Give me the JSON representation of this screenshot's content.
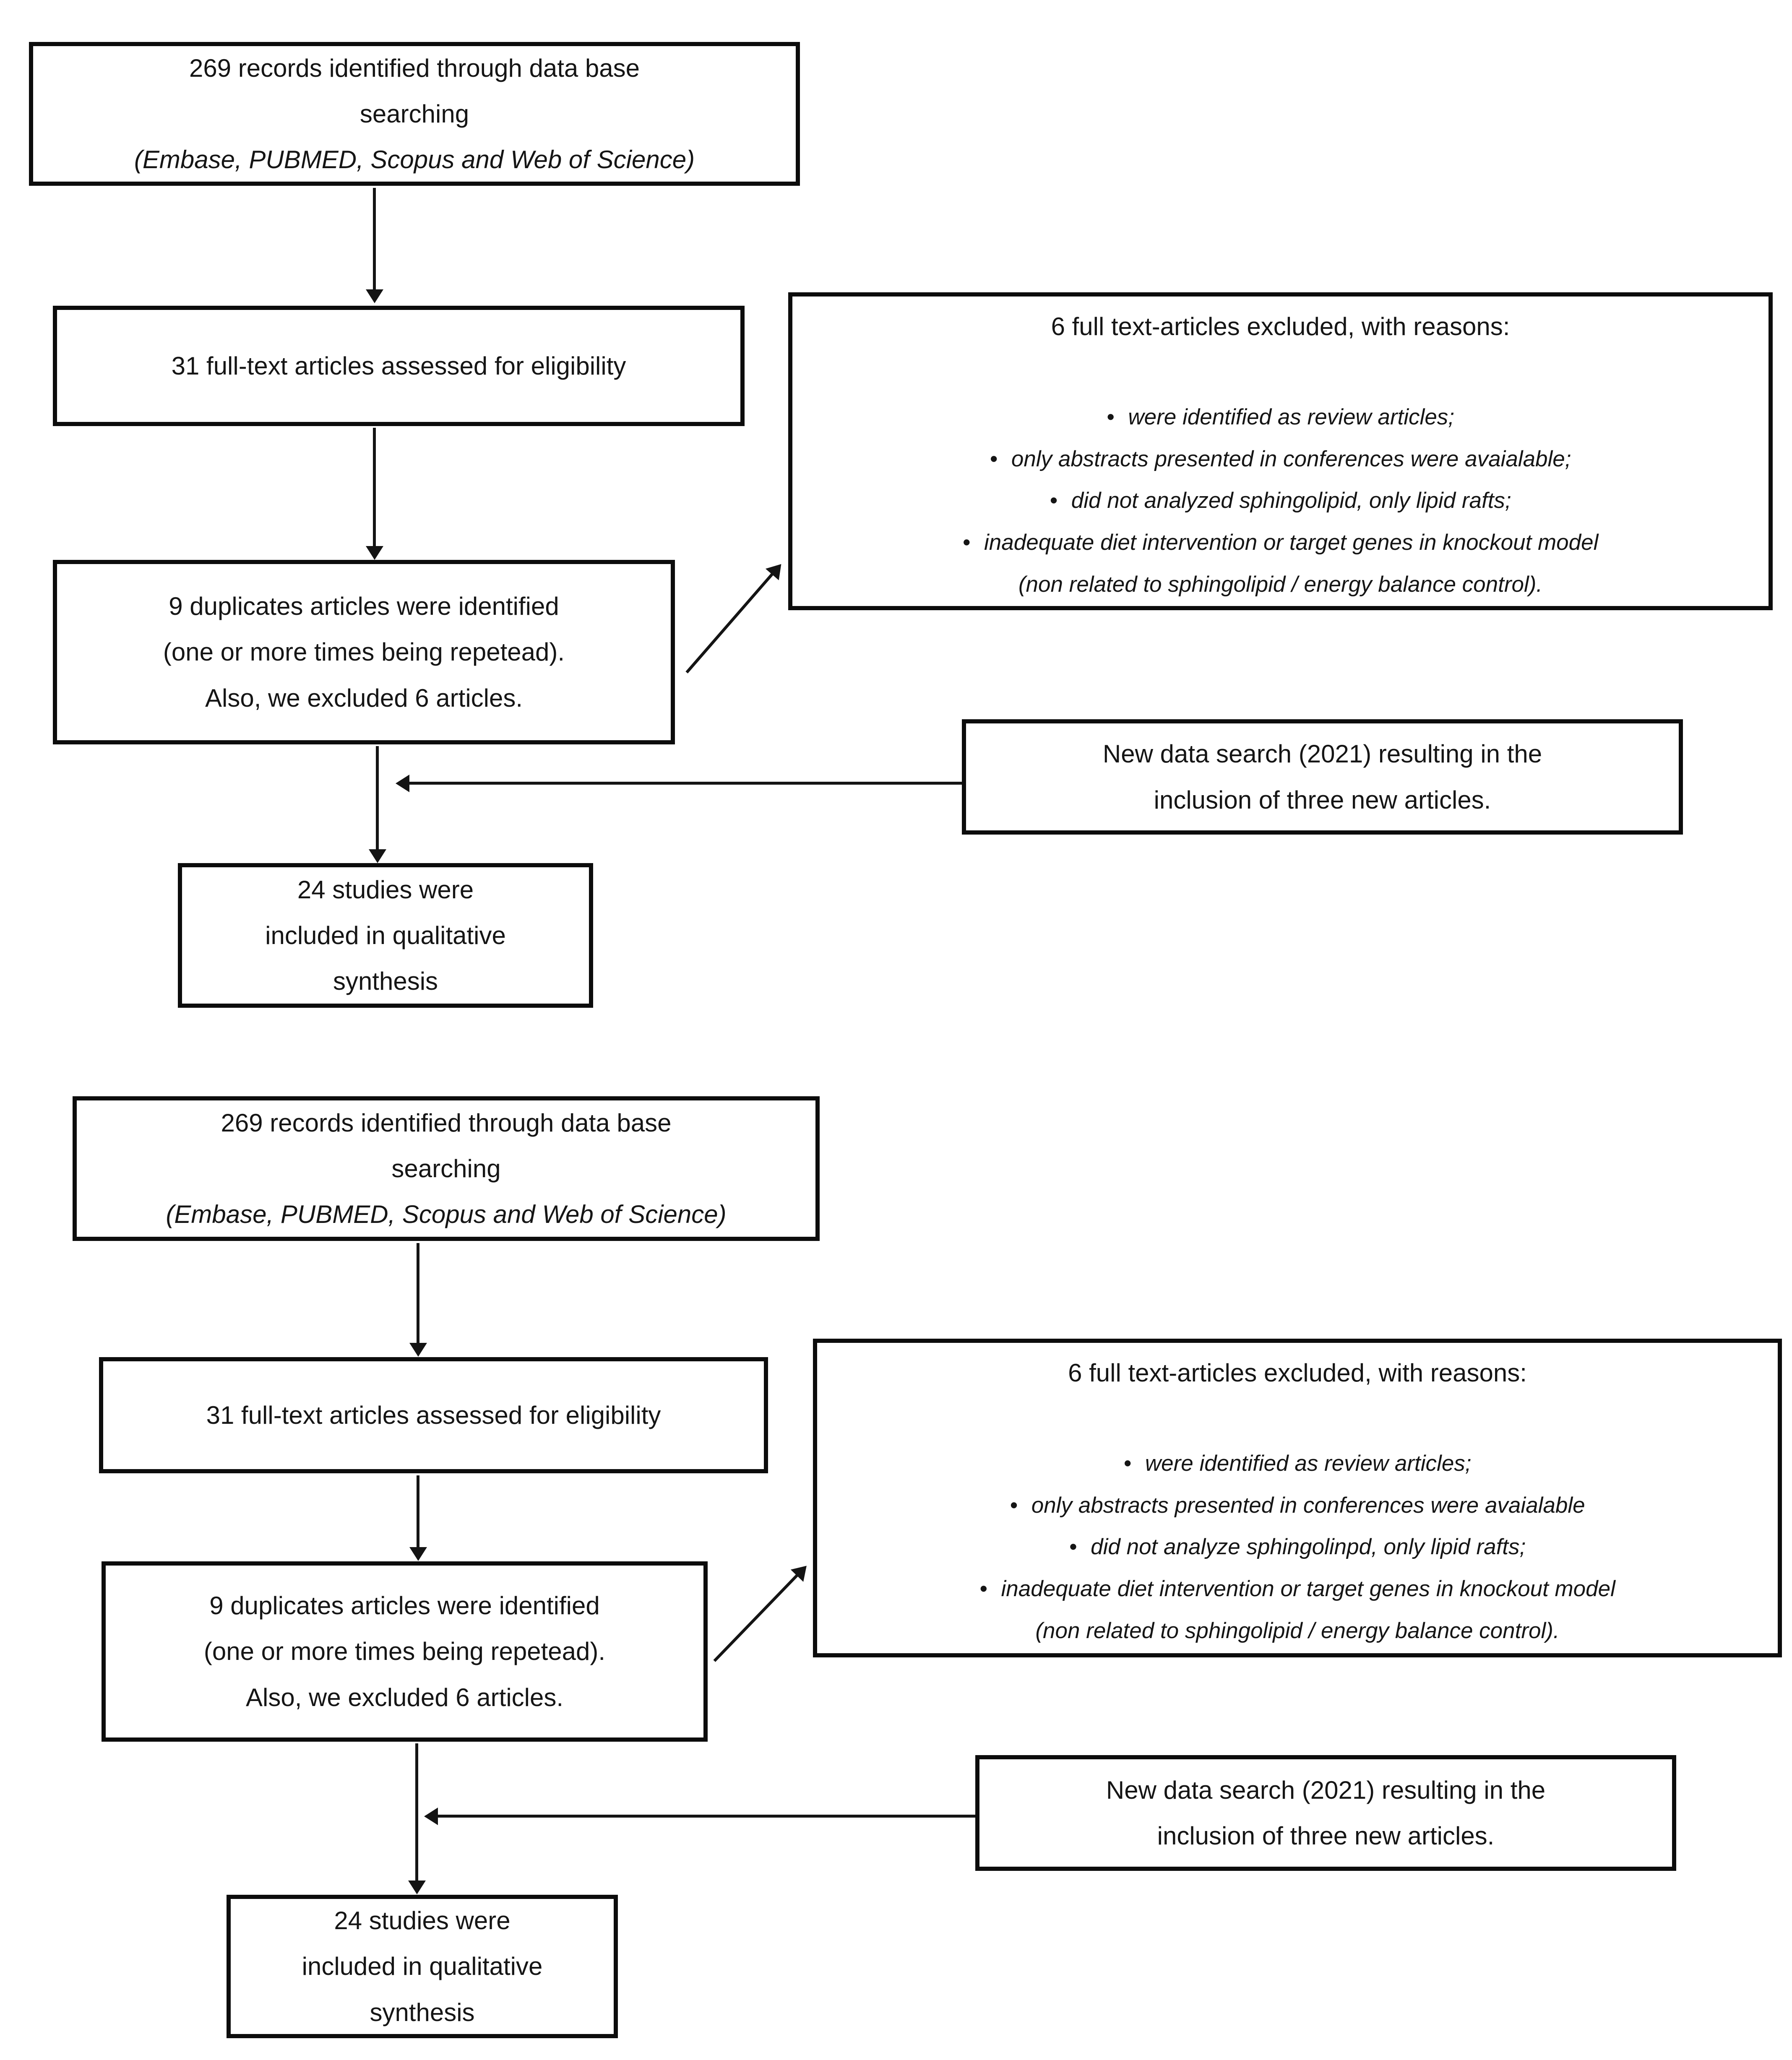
{
  "flows": [
    {
      "records_box": {
        "lines": [
          "269 records identified through data base",
          "searching",
          "(Embase, PUBMED, Scopus and Web of Science)"
        ]
      },
      "eligibility_box": {
        "text": "31 full-text articles assessed for eligibility"
      },
      "excluded_box": {
        "title": "6 full text-articles excluded, with reasons:",
        "bullets": [
          {
            "lines": [
              "were identified as review articles;"
            ]
          },
          {
            "lines": [
              "only abstracts presented in conferences were avaialable;"
            ]
          },
          {
            "lines": [
              "did not analyzed sphingolipid, only lipid rafts;"
            ]
          },
          {
            "lines": [
              "inadequate diet intervention or target genes in knockout model",
              "(non related to sphingolipid / energy balance control)."
            ]
          }
        ]
      },
      "duplicates_box": {
        "lines": [
          "9 duplicates articles were identified",
          "(one or more times being repetead).",
          "Also, we excluded 6 articles."
        ]
      },
      "new_search_box": {
        "lines": [
          "New data search (2021) resulting in the",
          "inclusion of three new articles."
        ]
      },
      "included_box": {
        "lines": [
          "24 studies were",
          "included in qualitative",
          "synthesis"
        ]
      }
    },
    {
      "records_box": {
        "lines": [
          "269 records identified through data base",
          "searching",
          "(Embase, PUBMED, Scopus and Web of Science)"
        ]
      },
      "eligibility_box": {
        "text": "31 full-text articles assessed for eligibility"
      },
      "excluded_box": {
        "title": "6 full text-articles excluded, with reasons:",
        "bullets": [
          {
            "lines": [
              "were identified as review articles;"
            ]
          },
          {
            "lines": [
              "only abstracts presented in conferences were avaialable"
            ]
          },
          {
            "lines": [
              "did not analyze sphingolinpd, only lipid rafts;"
            ]
          },
          {
            "lines": [
              "inadequate diet intervention or target genes in knockout model",
              "(non related to sphingolipid / energy balance control)."
            ]
          }
        ]
      },
      "duplicates_box": {
        "lines": [
          "9 duplicates articles were identified",
          "(one or more times being repetead).",
          "Also, we excluded 6 articles."
        ]
      },
      "new_search_box": {
        "lines": [
          "New data search (2021) resulting in the",
          "inclusion of three new articles."
        ]
      },
      "included_box": {
        "lines": [
          "24 studies were",
          "included in qualitative",
          "synthesis"
        ]
      }
    }
  ]
}
